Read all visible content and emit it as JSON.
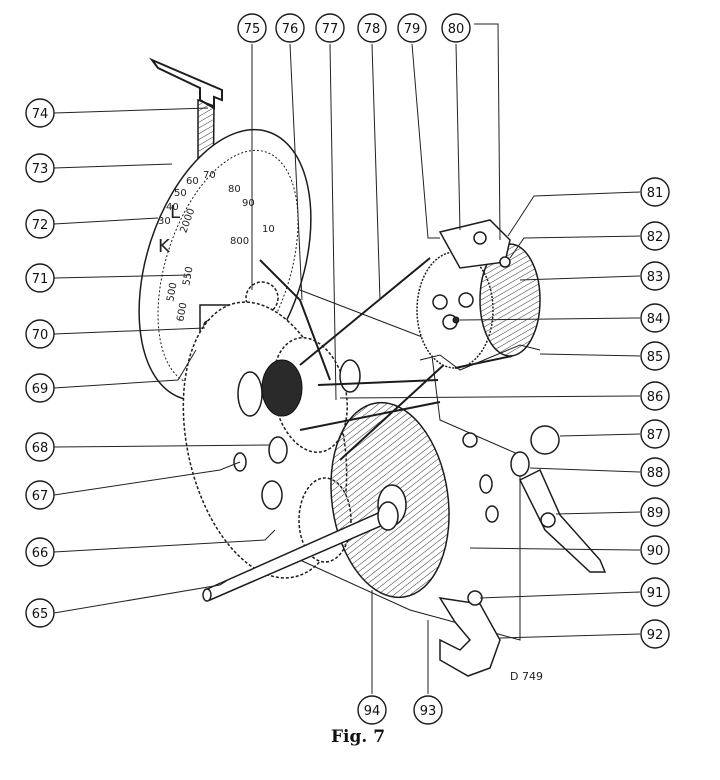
{
  "caption": "Fig. 7",
  "drawing_code": "D 749",
  "dial_scale_texts": [
    "70",
    "60",
    "50",
    "40",
    "30",
    "80",
    "90",
    "10",
    "2000",
    "550",
    "600",
    "800",
    "500"
  ],
  "dial_letters": [
    "L",
    "K"
  ],
  "callouts": [
    "65",
    "66",
    "67",
    "68",
    "69",
    "70",
    "71",
    "72",
    "73",
    "74",
    "75",
    "76",
    "77",
    "78",
    "79",
    "80",
    "81",
    "82",
    "83",
    "84",
    "85",
    "86",
    "87",
    "88",
    "89",
    "90",
    "91",
    "92",
    "93",
    "94"
  ]
}
